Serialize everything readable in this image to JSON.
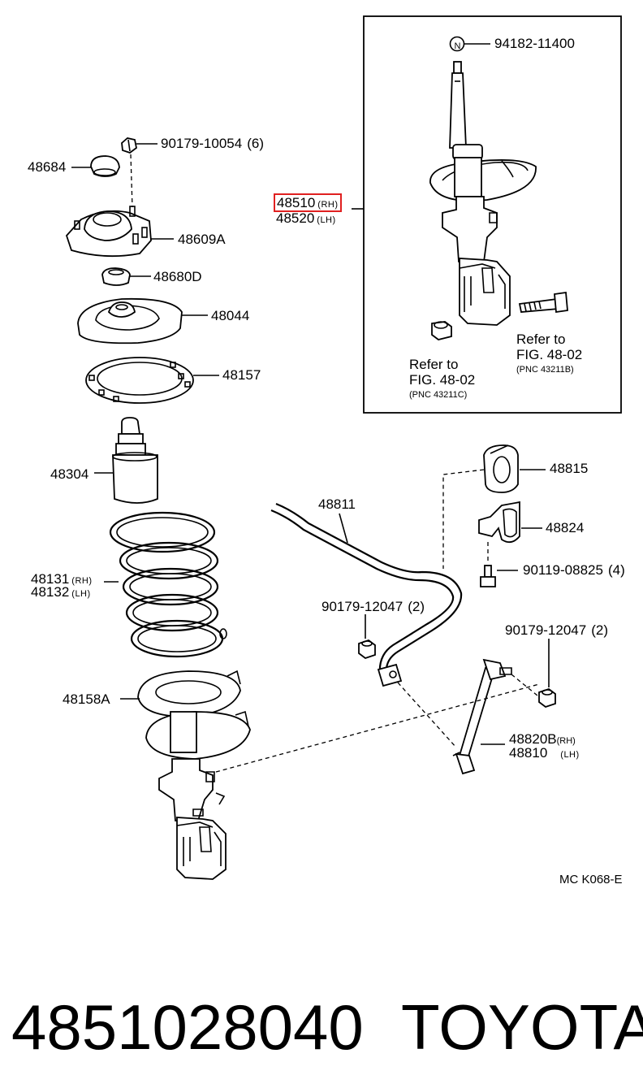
{
  "diagram": {
    "figure_code": "MC K068-E",
    "part_number": "4851028040",
    "brand": "TOYOTA",
    "highlight_color": "#e02020",
    "labels": {
      "p94182": "94182-11400",
      "p90179_10054": "90179-10054",
      "p90179_10054_qty": "(6)",
      "p48684": "48684",
      "p48510": "48510",
      "p48510_sfx": "(RH)",
      "p48520": "48520",
      "p48520_sfx": "(LH)",
      "p48609A": "48609A",
      "p48680D": "48680D",
      "p48044": "48044",
      "p48157": "48157",
      "refer1_l1": "Refer to",
      "refer1_l2": "FIG. 48-02",
      "refer1_pnc": "(PNC 43211B)",
      "refer2_l1": "Refer to",
      "refer2_l2": "FIG. 48-02",
      "refer2_pnc": "(PNC 43211C)",
      "p48304": "48304",
      "p48815": "48815",
      "p48811": "48811",
      "p48824": "48824",
      "p48131": "48131",
      "p48131_sfx": "(RH)",
      "p48132": "48132",
      "p48132_sfx": "(LH)",
      "p90119": "90119-08825",
      "p90119_qty": "(4)",
      "p90179_12047_a": "90179-12047",
      "p90179_12047_a_qty": "(2)",
      "p90179_12047_b": "90179-12047",
      "p90179_12047_b_qty": "(2)",
      "p48158A": "48158A",
      "p48820B": "48820B",
      "p48820B_sfx": "(RH)",
      "p48810": "48810",
      "p48810_sfx": "(LH)",
      "nut_symbol": "N"
    }
  }
}
